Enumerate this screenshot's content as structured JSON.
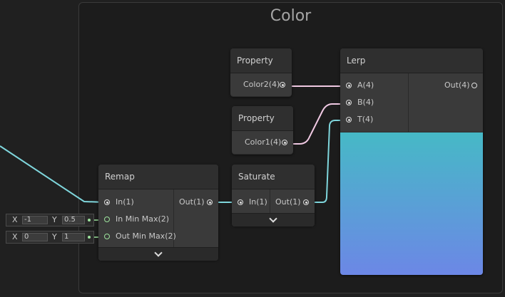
{
  "group": {
    "title": "Color"
  },
  "nodes": {
    "property_color2": {
      "title": "Property",
      "output": "Color2(4)"
    },
    "property_color1": {
      "title": "Property",
      "output": "Color1(4)"
    },
    "lerp": {
      "title": "Lerp",
      "inputs": [
        "A(4)",
        "B(4)",
        "T(4)"
      ],
      "output": "Out(4)"
    },
    "remap": {
      "title": "Remap",
      "inputs": [
        "In(1)",
        "In Min Max(2)",
        "Out Min Max(2)"
      ],
      "output": "Out(1)"
    },
    "saturate": {
      "title": "Saturate",
      "input": "In(1)",
      "output": "Out(1)"
    }
  },
  "inline_inputs": {
    "in_min_max": {
      "x_label": "X",
      "x_value": "-1",
      "y_label": "Y",
      "y_value": "0.5"
    },
    "out_min_max": {
      "x_label": "X",
      "x_value": "0",
      "y_label": "Y",
      "y_value": "1"
    }
  },
  "colors": {
    "preview_top": "#46b9c6",
    "preview_bottom": "#6c87e6",
    "wire_float": "#7fd6dc",
    "wire_vector4": "#f0c9e3"
  }
}
